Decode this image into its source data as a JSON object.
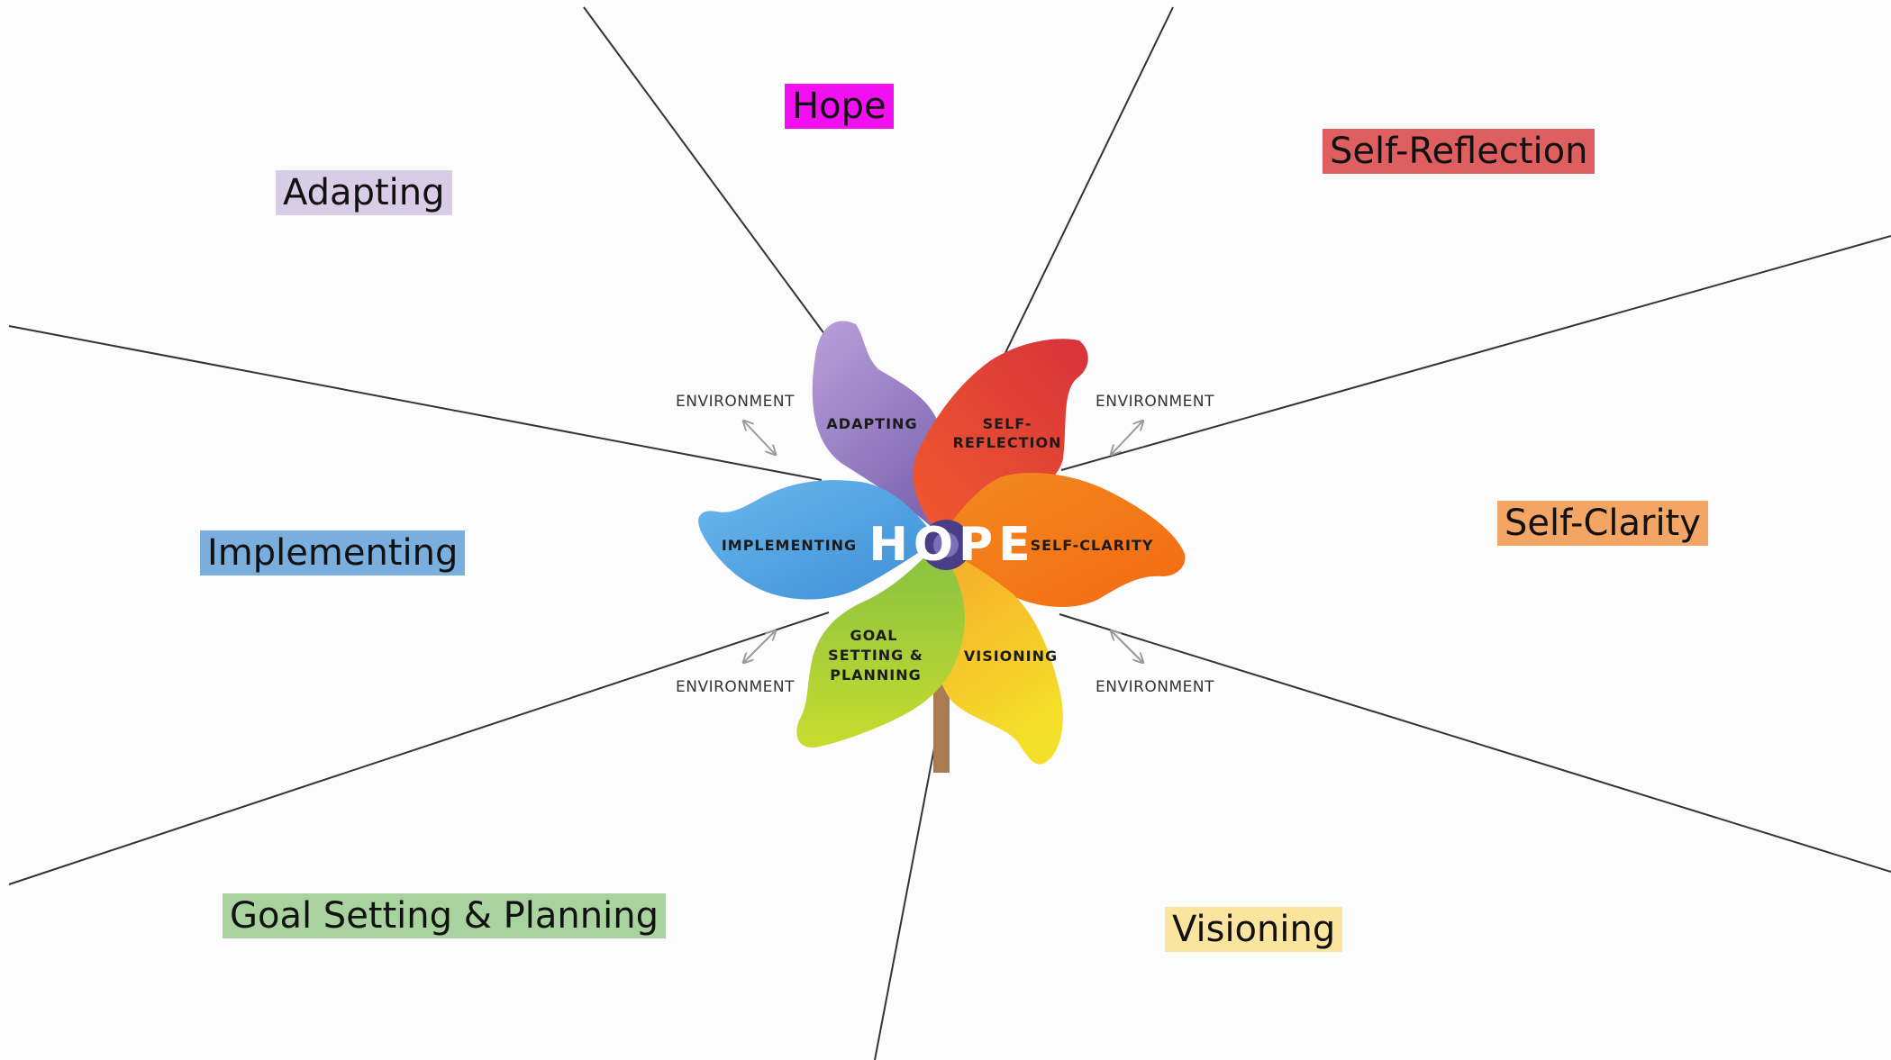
{
  "center_label": "HOPE",
  "labels": {
    "hope": {
      "text": "Hope",
      "color": "#f20ff2"
    },
    "adapting": {
      "text": "Adapting",
      "color": "#d9cce6"
    },
    "self_reflection": {
      "text": "Self-Reflection",
      "color": "#df5f60"
    },
    "implementing": {
      "text": "Implementing",
      "color": "#7aaedf"
    },
    "self_clarity": {
      "text": "Self-Clarity",
      "color": "#f3a565"
    },
    "goal_setting": {
      "text": "Goal Setting & Planning",
      "color": "#a9d39e"
    },
    "visioning": {
      "text": "Visioning",
      "color": "#fbe49e"
    }
  },
  "pinwheel": {
    "adapting": "ADAPTING",
    "self_reflection_1": "SELF-",
    "self_reflection_2": "REFLECTION",
    "implementing": "IMPLEMENTING",
    "self_clarity": "SELF-CLARITY",
    "goal_1": "GOAL",
    "goal_2": "SETTING &",
    "goal_3": "PLANNING",
    "visioning": "VISIONING"
  },
  "environment": "ENVIRONMENT",
  "colors": {
    "adapting_blade": "#9b7fc4",
    "reflection_blade": "#e0413a",
    "clarity_blade": "#f47f1c",
    "visioning_blade": "#f3c724",
    "goal_blade": "#9cc93c",
    "implementing_blade": "#4aa3df",
    "hub": "#4a3e86",
    "stick": "#a97b55"
  }
}
